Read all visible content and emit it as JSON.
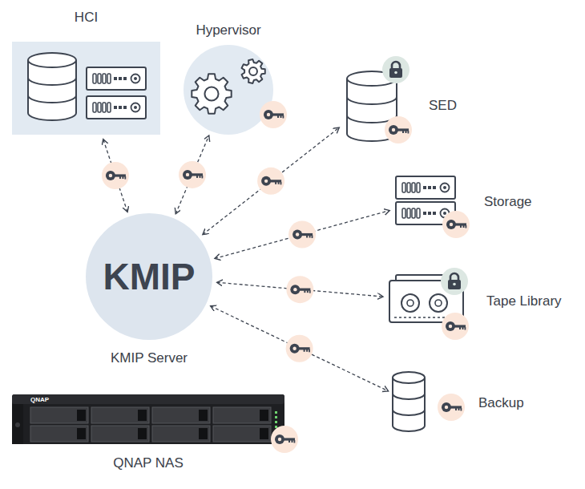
{
  "diagram": {
    "nodes": [
      {
        "text": [
          "HCI"
        ]
      },
      {
        "text": [
          "Hypervisor"
        ]
      },
      {
        "text": [
          "SED"
        ]
      },
      {
        "text": [
          "Storage"
        ]
      },
      {
        "text": [
          "KMIP",
          "KMIP Server"
        ]
      },
      {
        "text": [
          "Tape Library"
        ]
      },
      {
        "text": [
          "Backup"
        ]
      },
      {
        "text": [
          "QNAP NAS"
        ]
      }
    ],
    "edges": [
      {
        "from": 4,
        "to": 0,
        "arrow": "both"
      },
      {
        "from": 4,
        "to": 1,
        "arrow": "both"
      },
      {
        "from": 4,
        "to": 2,
        "arrow": "both"
      },
      {
        "from": 4,
        "to": 3,
        "arrow": "both"
      },
      {
        "from": 4,
        "to": 5,
        "arrow": "both"
      },
      {
        "from": 4,
        "to": 6,
        "arrow": "both"
      }
    ],
    "labels": [
      "QNAP"
    ]
  }
}
